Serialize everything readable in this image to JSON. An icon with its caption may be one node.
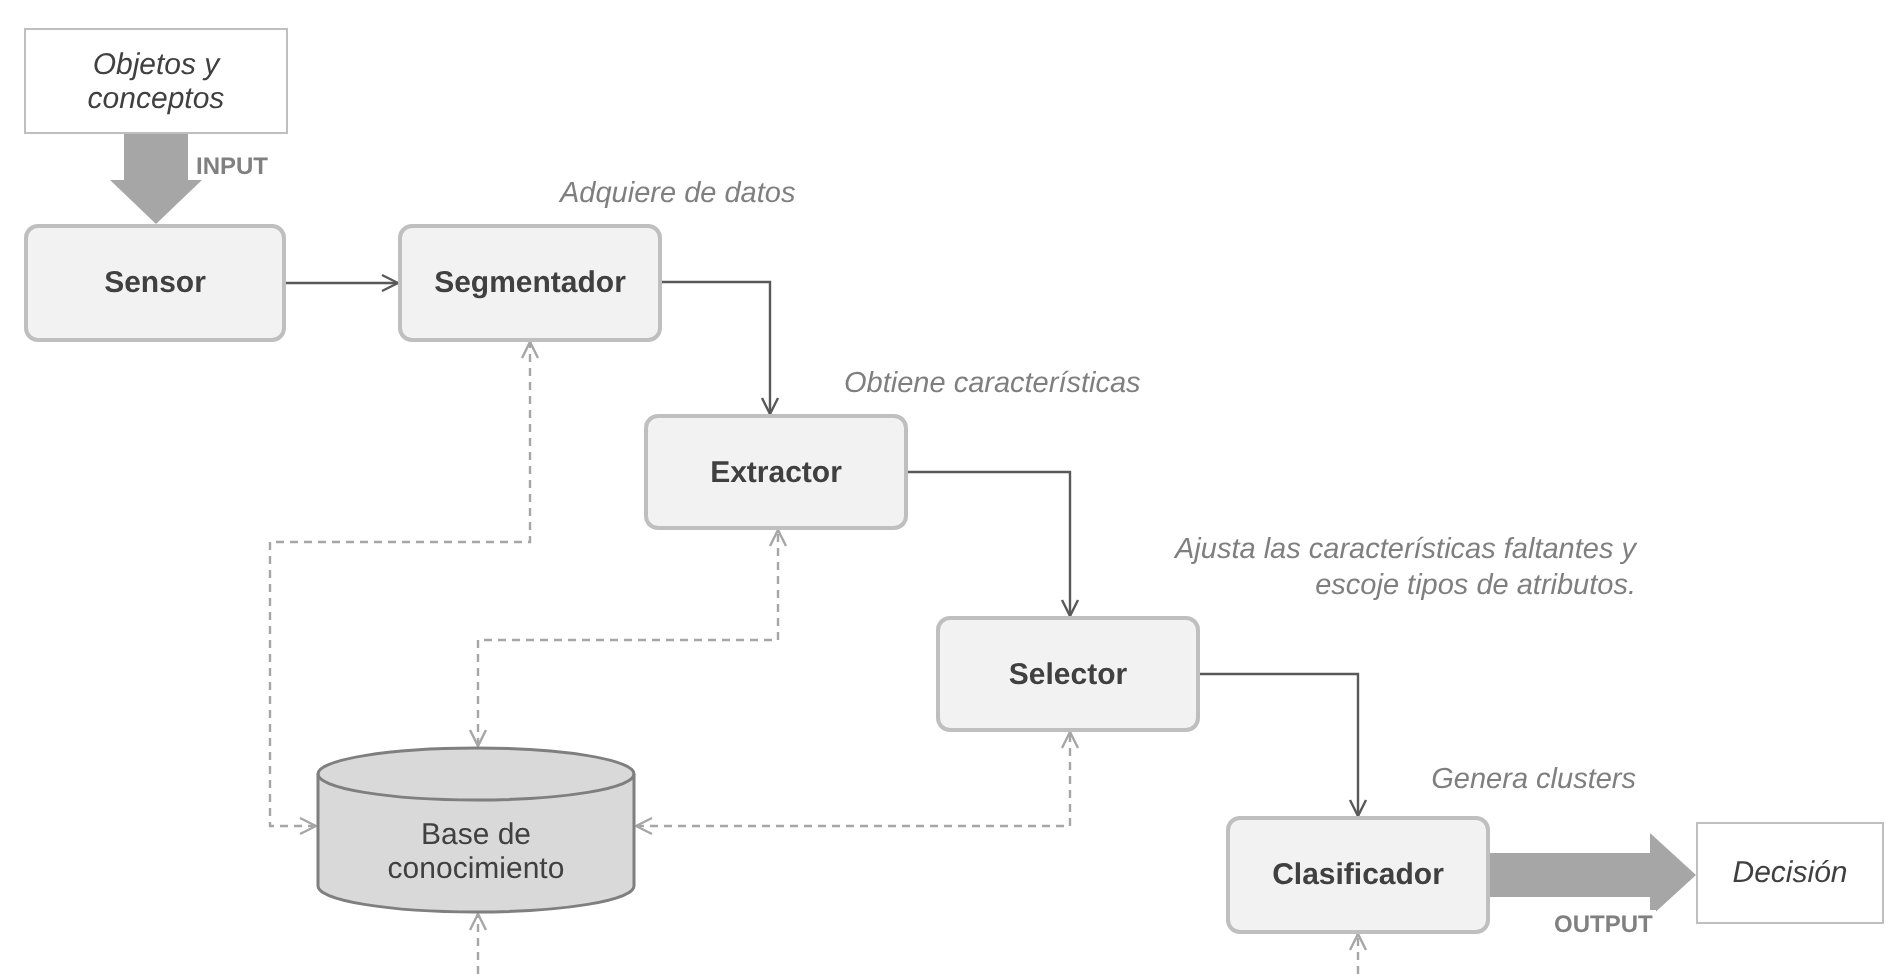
{
  "diagram": {
    "nodes": [
      {
        "text": [
          "Objetos y conceptos"
        ]
      },
      {
        "text": [
          "Sensor"
        ]
      },
      {
        "text": [
          "Segmentador"
        ],
        "beside": [
          "Adquiere de datos"
        ]
      },
      {
        "text": [
          "Extractor"
        ],
        "beside": [
          "Obtiene características"
        ]
      },
      {
        "text": [
          "Selector"
        ],
        "beside": [
          "Ajusta las características faltantes y escoje tipos de atributos."
        ]
      },
      {
        "text": [
          "Base de conocimiento"
        ]
      },
      {
        "text": [
          "Clasificador"
        ],
        "beside": [
          "Genera clusters"
        ]
      },
      {
        "text": [
          "Decisión"
        ]
      }
    ],
    "edges": [
      {
        "from": 0,
        "to": 1,
        "arrow": "to",
        "style": "thick",
        "label": "INPUT"
      },
      {
        "from": 1,
        "to": 2,
        "arrow": "to",
        "color": "#595959"
      },
      {
        "from": 2,
        "to": 3,
        "arrow": "to",
        "color": "#595959"
      },
      {
        "from": 3,
        "to": 4,
        "arrow": "to",
        "color": "#595959"
      },
      {
        "from": 4,
        "to": 6,
        "arrow": "to",
        "color": "#595959"
      },
      {
        "from": 6,
        "to": 7,
        "arrow": "to",
        "style": "thick",
        "label": "OUTPUT"
      },
      {
        "from": 5,
        "to": 2,
        "arrow": "both",
        "style": "dashed"
      },
      {
        "from": 5,
        "to": 3,
        "arrow": "both",
        "style": "dashed"
      },
      {
        "from": 5,
        "to": 4,
        "arrow": "both",
        "style": "dashed"
      },
      {
        "from": null,
        "to": 5,
        "arrow": "to",
        "style": "dashed"
      },
      {
        "from": null,
        "to": 6,
        "arrow": "to",
        "style": "dashed"
      }
    ]
  }
}
